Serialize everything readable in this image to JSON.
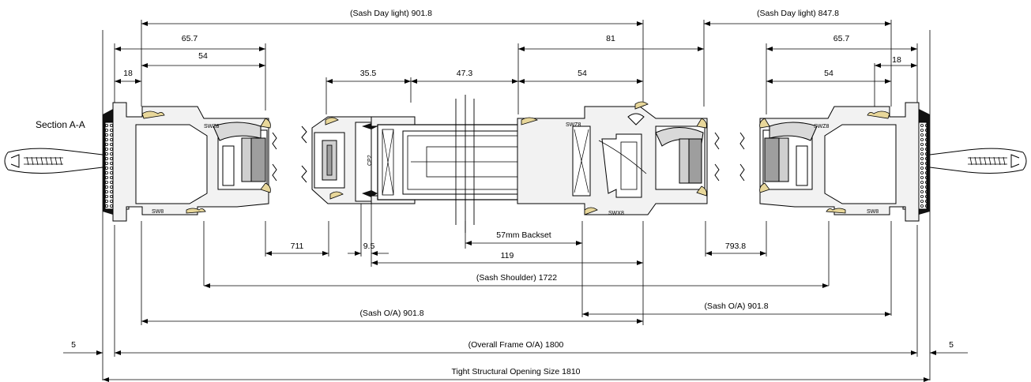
{
  "section_title": "Section A-A",
  "dimensions": {
    "sash_daylight_left": "(Sash Day light) 901.8",
    "sash_daylight_right": "(Sash Day light) 847.8",
    "left_65_7": "65.7",
    "left_54": "54",
    "left_18": "18",
    "center_35_5": "35.5",
    "center_47_3": "47.3",
    "center_54": "54",
    "center_81": "81",
    "right_65_7": "65.7",
    "right_18": "18",
    "right_54": "54",
    "bottom_711": "711",
    "bottom_9_5": "9.5",
    "backset": "57mm Backset",
    "bottom_119": "119",
    "bottom_793_8": "793.8",
    "sash_shoulder": "(Sash Shoulder) 1722",
    "sash_oa_left": "(Sash O/A) 901.8",
    "sash_oa_right": "(Sash O/A) 901.8",
    "gap_left": "5",
    "overall_frame": "(Overall Frame O/A) 1800",
    "gap_right": "5",
    "tight_opening": "Tight Structural Opening Size 1810"
  },
  "profile_tags": {
    "swz8_left": "SWZ8",
    "sw8_left": "SW8",
    "cp2": "CP2",
    "swz8_center": "SWZ8",
    "swx8_center": "SWX8",
    "swz8_right": "SWZ8",
    "sw8_right": "SW8"
  }
}
